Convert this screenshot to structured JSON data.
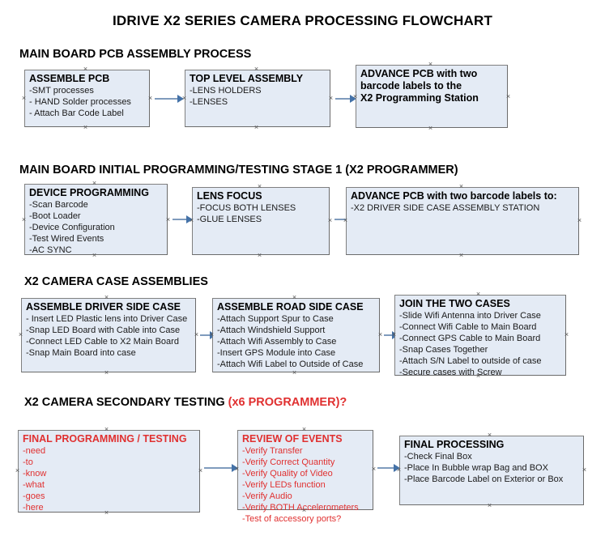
{
  "document": {
    "title": "IDRIVE X2  SERIES CAMERA PROCESSING FLOWCHART",
    "accent_red": "#e03030",
    "node_fill": "#e4ebf5",
    "node_border": "#808080",
    "connector_color": "#7f9bbd"
  },
  "sections": [
    {
      "id": "pcb-assembly",
      "header": "MAIN BOARD PCB ASSEMBLY PROCESS",
      "header_accent": ""
    },
    {
      "id": "initial-programming",
      "header": "MAIN BOARD INITIAL PROGRAMMING/TESTING STAGE 1 (X2 PROGRAMMER)",
      "header_accent": ""
    },
    {
      "id": "case-assemblies",
      "header": "X2 CAMERA CASE ASSEMBLIES",
      "header_accent": ""
    },
    {
      "id": "secondary-testing",
      "header": "X2 CAMERA SECONDARY TESTING ",
      "header_accent": "(x6 PROGRAMMER)?"
    }
  ],
  "nodes": {
    "assemble_pcb": {
      "title": "ASSEMBLE PCB",
      "lines": [
        "-SMT processes",
        "- HAND Solder processes",
        "- Attach Bar Code Label"
      ]
    },
    "top_level_assembly": {
      "title": "TOP LEVEL ASSEMBLY",
      "lines": [
        "-LENS HOLDERS",
        "-LENSES"
      ]
    },
    "advance_pcb_station": {
      "title": "ADVANCE PCB with two",
      "lines": [
        "barcode labels to the",
        " X2 Programming Station"
      ]
    },
    "device_programming": {
      "title": "DEVICE PROGRAMMING",
      "lines": [
        "-Scan Barcode",
        "-Boot Loader",
        "-Device Configuration",
        "-Test Wired Events",
        "-AC SYNC"
      ]
    },
    "lens_focus": {
      "title": "LENS FOCUS",
      "lines": [
        "-FOCUS BOTH LENSES",
        "-GLUE LENSES"
      ]
    },
    "advance_pcb_driver": {
      "title": "ADVANCE PCB with two barcode labels to:",
      "lines": [
        "-X2 DRIVER  SIDE  CASE  ASSEMBLY STATION"
      ]
    },
    "assemble_driver_side": {
      "title": "ASSEMBLE DRIVER SIDE CASE",
      "lines": [
        "- Insert LED Plastic lens into Driver Case",
        "-Snap LED Board with Cable into Case",
        "-Connect LED Cable to X2 Main Board",
        "-Snap Main Board into case"
      ]
    },
    "assemble_road_side": {
      "title": "ASSEMBLE ROAD SIDE CASE",
      "lines": [
        "-Attach Support Spur to Case",
        "-Attach Windshield Support",
        "-Attach Wifi Assembly to Case",
        "-Insert GPS Module into Case",
        "-Attach Wifi Label to Outside of Case"
      ]
    },
    "join_two_cases": {
      "title": "JOIN THE TWO CASES",
      "lines": [
        "-Slide Wifi Antenna into Driver Case",
        "-Connect Wifi Cable to Main Board",
        "-Connect GPS Cable to Main Board",
        "-Snap Cases Together",
        "-Attach S/N Label to outside of case",
        "-Secure cases with Screw"
      ]
    },
    "final_programming": {
      "title": "FINAL PROGRAMMING / TESTING",
      "lines": [
        "-need",
        "-to",
        "-know",
        "-what",
        "-goes",
        "-here"
      ]
    },
    "review_of_events": {
      "title": "REVIEW OF EVENTS",
      "lines": [
        "-Verify Transfer",
        "-Verify Correct Quantity",
        "-Verify Quality of Video",
        "-Verify LEDs function",
        "-Verify Audio",
        "-Verify BOTH Accelerometers",
        "-Test of accessory ports?"
      ]
    },
    "final_processing": {
      "title": "FINAL PROCESSING",
      "lines": [
        " -Check Final Box",
        "-Place In Bubble wrap Bag and BOX",
        "-Place Barcode Label on Exterior or Box"
      ]
    }
  }
}
